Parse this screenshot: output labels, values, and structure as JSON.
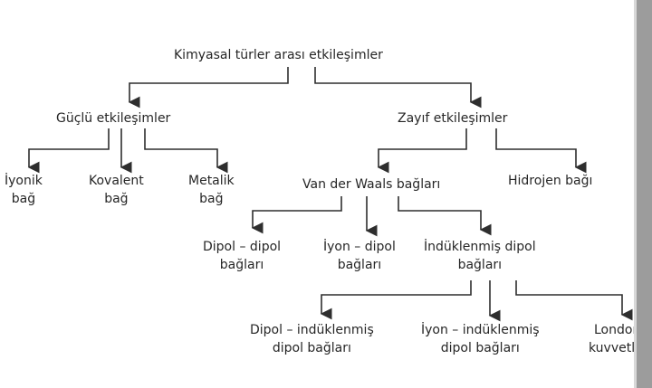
{
  "root": {
    "label": "Kimyasal türler arası etkileşimler"
  },
  "strong": {
    "label": "Güçlü etkileşimler",
    "children": [
      {
        "line1": "İyonik",
        "line2": "bağ"
      },
      {
        "line1": "Kovalent",
        "line2": "bağ"
      },
      {
        "line1": "Metalik",
        "line2": "bağ"
      }
    ]
  },
  "weak": {
    "label": "Zayıf etkileşimler",
    "vdw": {
      "label": "Van der Waals bağları",
      "children": [
        {
          "line1": "Dipol – dipol",
          "line2": "bağları"
        },
        {
          "line1": "İyon – dipol",
          "line2": "bağları"
        },
        {
          "line1": "İndüklenmiş dipol",
          "line2": "bağları"
        }
      ],
      "induced_children": [
        {
          "line1": "Dipol – indüklenmiş",
          "line2": "dipol bağları"
        },
        {
          "line1": "İyon – indüklenmiş",
          "line2": "dipol bağları"
        },
        {
          "line1": "London",
          "line2": "kuvvetle"
        }
      ]
    },
    "hydrogen": {
      "label": "Hidrojen bağı"
    }
  },
  "colors": {
    "line": "#2e2e2e",
    "text": "#262626",
    "sidebar": "#9c9c9c"
  }
}
